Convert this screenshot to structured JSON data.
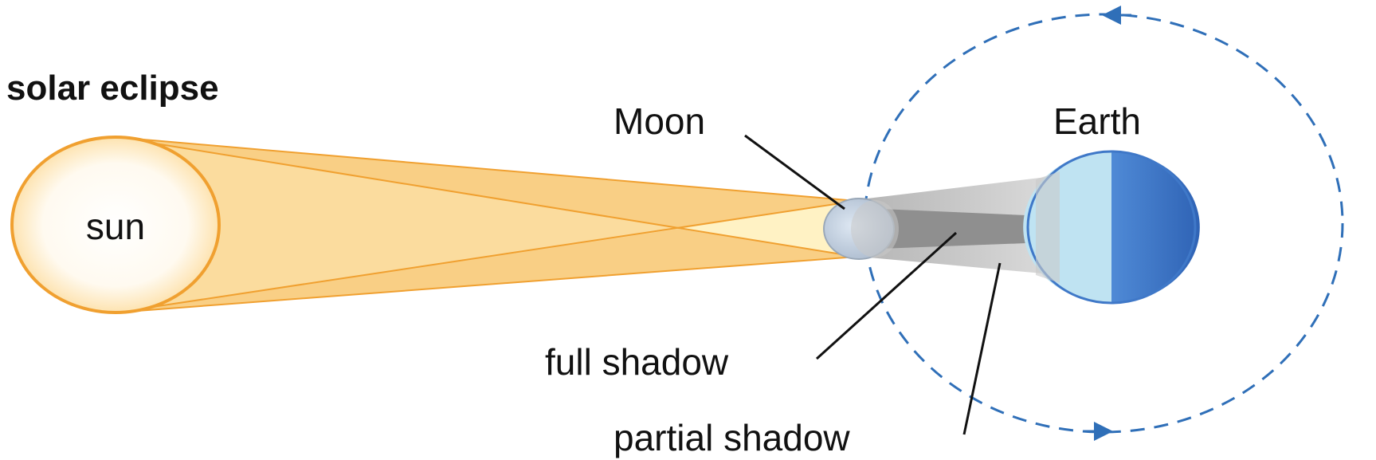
{
  "title": "solar eclipse",
  "labels": {
    "sun": "sun",
    "moon": "Moon",
    "earth": "Earth",
    "full_shadow": "full shadow",
    "partial_shadow": "partial shadow"
  },
  "colors": {
    "sun_outline": "#f0a030",
    "light_cone": "#f7c878",
    "light_cone_inner": "#fff0c0",
    "moon": "#c8d6e6",
    "partial_shadow": "#c7c7c7",
    "full_shadow": "#8c8c8c",
    "earth_day": "#bfe3f2",
    "earth_night": "#3f78c8",
    "orbit": "#2f6fb8"
  }
}
